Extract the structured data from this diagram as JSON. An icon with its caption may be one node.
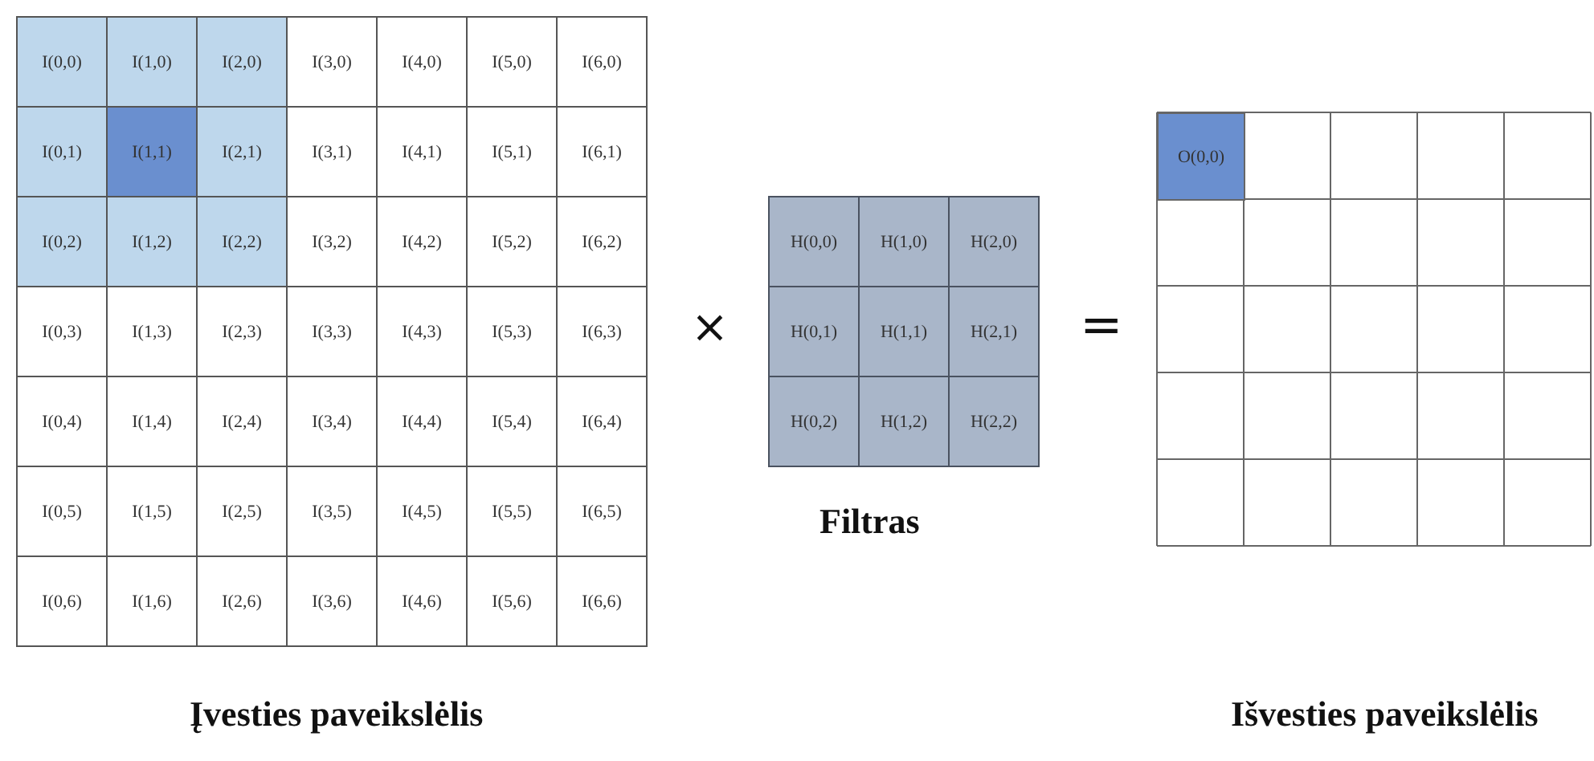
{
  "diagram": {
    "labels": [
      "I(0,0)",
      "I(1,0)",
      "I(2,0)",
      "I(3,0)",
      "I(4,0)",
      "I(5,0)",
      "I(6,0)",
      "I(0,1)",
      "I(1,1)",
      "I(2,1)",
      "I(3,1)",
      "I(4,1)",
      "I(5,1)",
      "I(6,1)",
      "I(0,2)",
      "I(1,2)",
      "I(2,2)",
      "I(3,2)",
      "I(4,2)",
      "I(5,2)",
      "I(6,2)",
      "I(0,3)",
      "I(1,3)",
      "I(2,3)",
      "I(3,3)",
      "I(4,3)",
      "I(5,3)",
      "I(6,3)",
      "I(0,4)",
      "I(1,4)",
      "I(2,4)",
      "I(3,4)",
      "I(4,4)",
      "I(5,4)",
      "I(6,4)",
      "I(0,5)",
      "I(1,5)",
      "I(2,5)",
      "I(3,5)",
      "I(4,5)",
      "I(5,5)",
      "I(6,5)",
      "I(0,6)",
      "I(1,6)",
      "I(2,6)",
      "I(3,6)",
      "I(4,6)",
      "I(5,6)",
      "I(6,6)",
      "×",
      "H(0,0)",
      "H(1,0)",
      "H(2,0)",
      "H(0,1)",
      "H(1,1)",
      "H(2,1)",
      "H(0,2)",
      "H(1,2)",
      "H(2,2)",
      "=",
      "O(0,0)",
      "Filtras",
      "Įvesties paveikslėlis",
      "Išvesties paveikslėlis"
    ]
  }
}
